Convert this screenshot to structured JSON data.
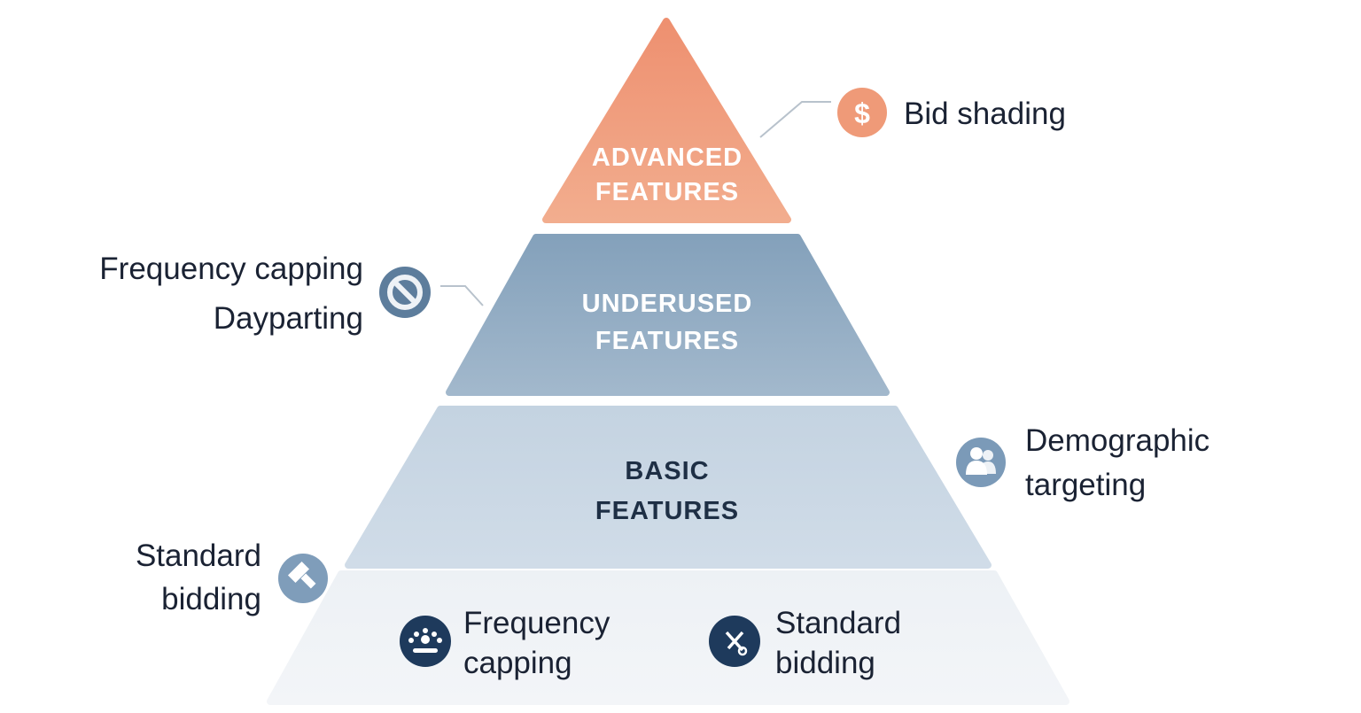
{
  "tiers": [
    {
      "line1": "ADVANCED",
      "line2": "FEATURES",
      "color": "#ef9878"
    },
    {
      "line1": "UNDERUSED",
      "line2": "FEATURES",
      "color": "#8ea9c2"
    },
    {
      "line1": "BASIC",
      "line2": "FEATURES",
      "color": "#c9d7e4"
    },
    {
      "color": "#eef2f6"
    }
  ],
  "callouts": {
    "bid_shading": {
      "text": "Bid shading",
      "icon": "dollar-icon"
    },
    "underused": {
      "line1": "Frequency capping",
      "line2": "Dayparting",
      "icon": "no-entry-icon"
    },
    "demographic": {
      "line1": "Demographic",
      "line2": "targeting",
      "icon": "users-icon"
    },
    "standard_left": {
      "line1": "Standard",
      "line2": "bidding",
      "icon": "gavel-icon"
    },
    "freq_bottom": {
      "line1": "Frequency",
      "line2": "capping",
      "icon": "audience-icon"
    },
    "standard_bottom": {
      "line1": "Standard",
      "line2": "bidding",
      "icon": "scissors-icon"
    }
  }
}
